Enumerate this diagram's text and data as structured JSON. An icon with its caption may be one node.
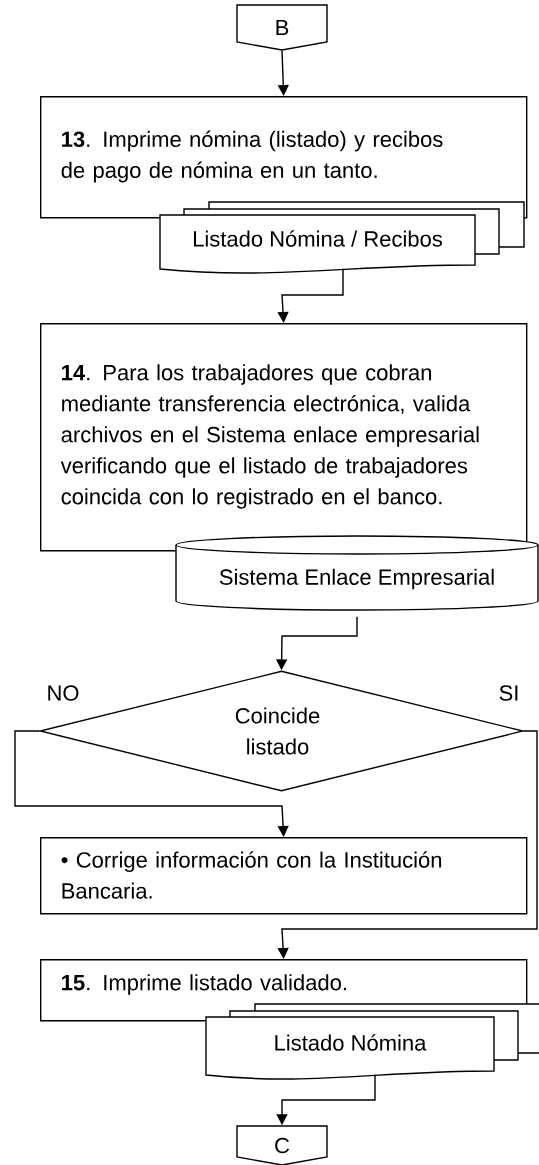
{
  "diagram": {
    "nodes": [
      {
        "text": [
          "B"
        ]
      },
      {
        "text": [
          "**13**.  Imprime nómina (listado) y recibos de pago de nómina en un tanto."
        ]
      },
      {
        "text": [
          "Listado Nómina / Recibos"
        ]
      },
      {
        "text": [
          "**14**. Para los trabajadores que cobran mediante transferencia electrónica, valida archivos en el Sistema enlace empresarial verificando que el listado de trabajadores coincida con lo registrado en el banco."
        ]
      },
      {
        "text": [
          "Sistema Enlace Empresarial"
        ]
      },
      {
        "text": [
          "Coincide listado"
        ]
      },
      {
        "text": [
          "• Corrige información con la Institución Bancaria."
        ]
      },
      {
        "text": [
          "**15**. Imprime listado validado."
        ]
      },
      {
        "text": [
          "Listado Nómina"
        ]
      },
      {
        "text": [
          "C"
        ]
      }
    ],
    "edges": [
      {
        "from": 0,
        "to": 1,
        "arrow": "to"
      },
      {
        "from": 2,
        "to": 3,
        "arrow": "to"
      },
      {
        "from": 4,
        "to": 5,
        "arrow": "to"
      },
      {
        "from": 5,
        "to": 6,
        "arrow": "to",
        "label": "NO"
      },
      {
        "from": 5,
        "to": 7,
        "arrow": "to",
        "label": "SI"
      },
      {
        "from": 8,
        "to": 9,
        "arrow": "to"
      }
    ]
  }
}
